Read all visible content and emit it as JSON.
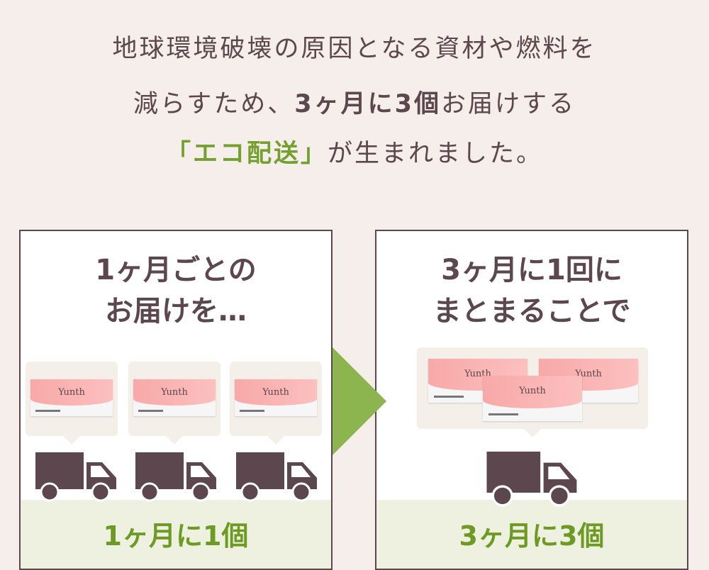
{
  "headline": {
    "line1": "地球環境破壊の原因となる資材や燃料を",
    "line2_a": "減らすため、",
    "line2_b": "3ヶ月に3個",
    "line2_c": "お届けする",
    "line3_a": "「エコ配送」",
    "line3_b": "が生まれました。"
  },
  "left_panel": {
    "title_1": "1ヶ月ごとの",
    "title_2": "お届けを…",
    "product_label": "Yunth",
    "footer": "1ヶ月に1個"
  },
  "right_panel": {
    "title_1": "3ヶ月に1回に",
    "title_2": "まとまることで",
    "product_label": "Yunth",
    "footer": "3ヶ月に3個"
  },
  "colors": {
    "text": "#5b474d",
    "accent_green": "#73a02e",
    "arrow": "#8cb44f",
    "band": "#eef1df"
  }
}
